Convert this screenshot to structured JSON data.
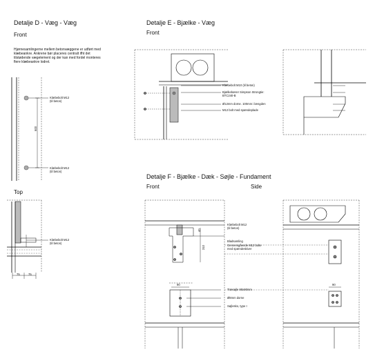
{
  "detail_d": {
    "title": "Detalje D - Væg - Væg",
    "front_label": "Front",
    "note": "Hjørnesamlingerne mellem betonvæggene er udført med klæbeankre. Ankrene bør placeres centralt ifht det tilstødende vægelement og der kan med fordel monteres flere klæbeankre lodret.",
    "anchor_label_1": "Klæbebolt M12",
    "anchor_sub_1": "(til beton)",
    "anchor_label_2": "Klæbebolt M12",
    "anchor_sub_2": "(til beton)",
    "dim_vertical": "600",
    "top_label": "Top",
    "top_anchor_label": "Klæbebolt M12",
    "top_anchor_sub": "(til beton)",
    "dim_a": "75",
    "dim_b": "75"
  },
  "detail_e": {
    "title": "Detalje E - Bjælke - Væg",
    "front_label": "Front",
    "label_1": "Klæbebolt M10 (til beton)",
    "label_2a": "Bjælkebærer Simpson Strongtie:",
    "label_2b": "BTC240-B",
    "label_3": "Ø12mm dorne. 100mm i længden",
    "label_4": "M12 bolt med spændeplade"
  },
  "detail_f": {
    "title": "Detalje F - Bjælke - Dæk - Søjle - Fundament",
    "front_label": "Front",
    "side_label": "Side",
    "label_1a": "Klæbebolt M12",
    "label_1b": "(til beton)",
    "label_2a": "Bladsamling",
    "label_2b": "Gennemgående M12 bolte",
    "label_2c": "med spændeskiver",
    "label_3": "Træsøjle 90x90mm",
    "label_4": "Ø8mm dorne",
    "label_5": "Søjlesko, type I",
    "dim_40": "40",
    "dim_310": "310",
    "dim_90_front": "90",
    "dim_90_side": "90"
  }
}
